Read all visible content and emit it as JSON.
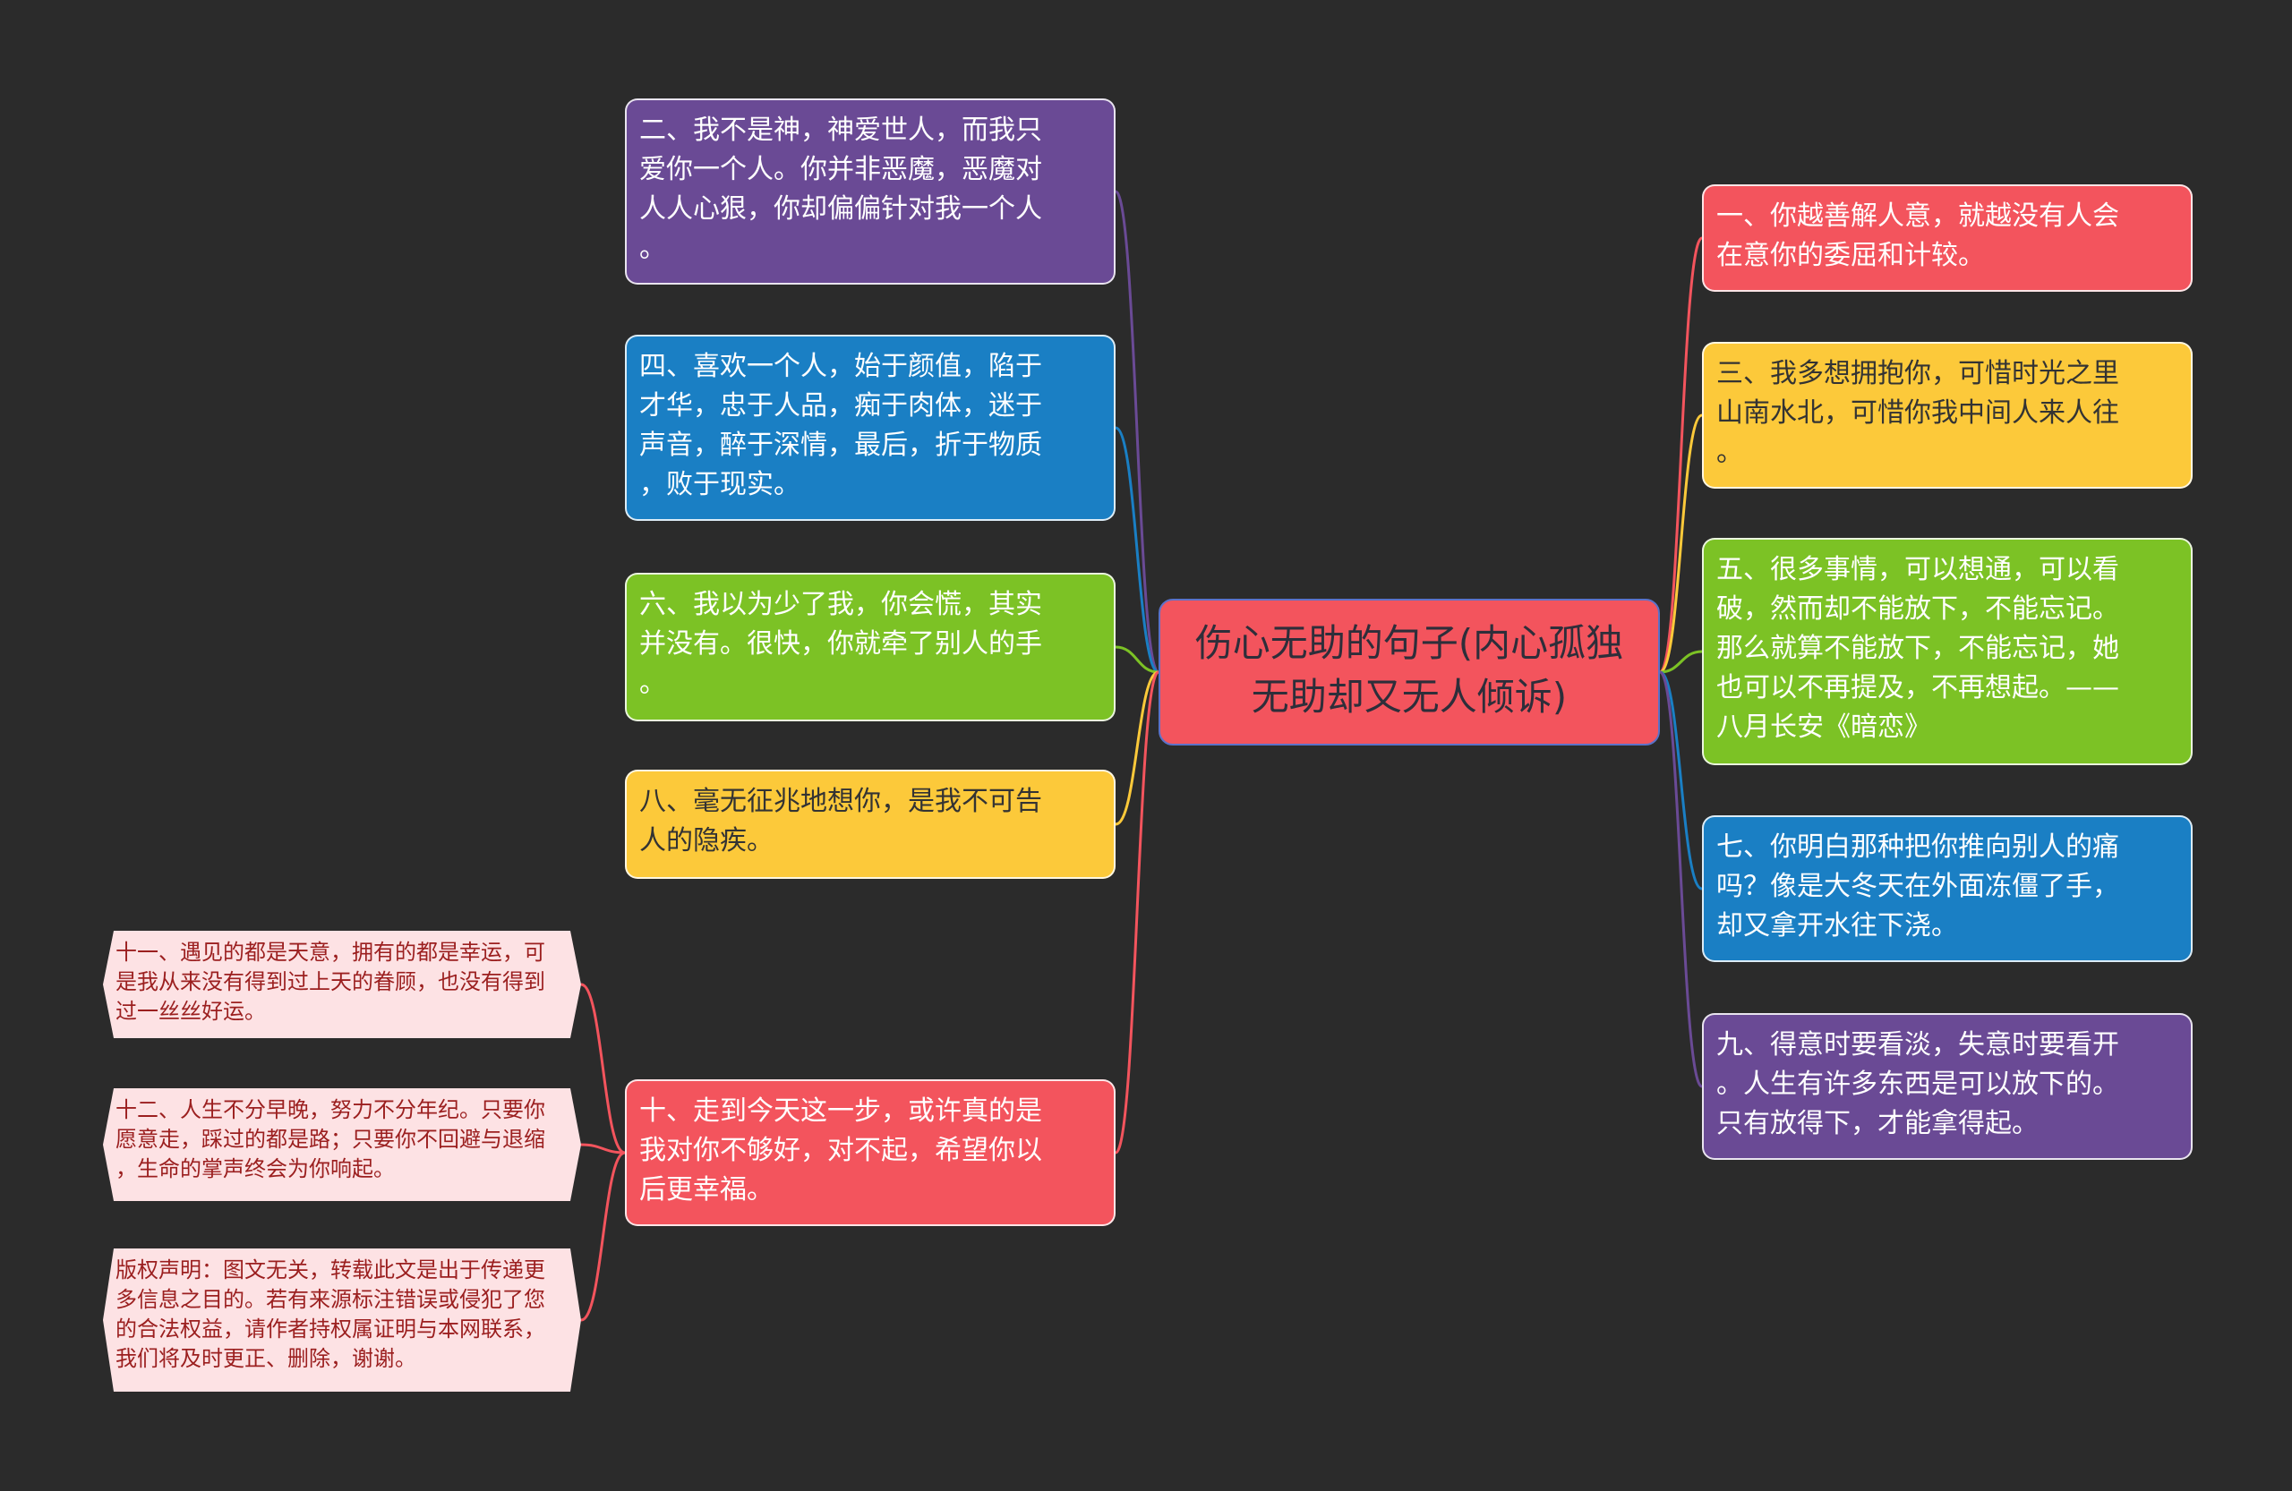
{
  "colors": {
    "background": "#2b2b2b",
    "center": "#f3545d",
    "purple": "#6a4a95",
    "blue": "#1a7fc4",
    "green": "#7cc225",
    "yellow": "#fcc93a",
    "red": "#f3545d",
    "pink": "#fde2e4"
  },
  "center": {
    "text": "伤心无助的句子(内心孤独\n无助却又无人倾诉)"
  },
  "left_nodes": [
    {
      "text": "二、我不是神，神爱世人，而我只\n爱你一个人。你并非恶魔，恶魔对\n人人心狠，你却偏偏针对我一个人\n。",
      "color": "purple"
    },
    {
      "text": "四、喜欢一个人，始于颜值，陷于\n才华，忠于人品，痴于肉体，迷于\n声音，醉于深情，最后，折于物质\n，败于现实。",
      "color": "blue"
    },
    {
      "text": "六、我以为少了我，你会慌，其实\n并没有。很快，你就牵了别人的手\n。",
      "color": "green"
    },
    {
      "text": "八、毫无征兆地想你，是我不可告\n人的隐疾。",
      "color": "yellow"
    },
    {
      "text": "十、走到今天这一步，或许真的是\n我对你不够好，对不起，希望你以\n后更幸福。",
      "color": "red"
    }
  ],
  "right_nodes": [
    {
      "text": "一、你越善解人意，就越没有人会\n在意你的委屈和计较。",
      "color": "red"
    },
    {
      "text": "三、我多想拥抱你，可惜时光之里\n山南水北，可惜你我中间人来人往\n。",
      "color": "yellow"
    },
    {
      "text": "五、很多事情，可以想通，可以看\n破，然而却不能放下，不能忘记。\n那么就算不能放下，不能忘记，她\n也可以不再提及，不再想起。——\n八月长安《暗恋》",
      "color": "green"
    },
    {
      "text": "七、你明白那种把你推向别人的痛\n吗？像是大冬天在外面冻僵了手，\n却又拿开水往下浇。",
      "color": "blue"
    },
    {
      "text": "九、得意时要看淡，失意时要看开\n。人生有许多东西是可以放下的。\n只有放得下，才能拿得起。",
      "color": "purple"
    }
  ],
  "sub_nodes": [
    {
      "text": "十一、遇见的都是天意，拥有的都是幸运，可\n是我从来没有得到过上天的眷顾，也没有得到\n过一丝丝好运。"
    },
    {
      "text": "十二、人生不分早晚，努力不分年纪。只要你\n愿意走，踩过的都是路；只要你不回避与退缩\n，生命的掌声终会为你响起。"
    },
    {
      "text": "版权声明：图文无关，转载此文是出于传递更\n多信息之目的。若有来源标注错误或侵犯了您\n的合法权益，请作者持权属证明与本网联系，\n我们将及时更正、删除，谢谢。"
    }
  ]
}
